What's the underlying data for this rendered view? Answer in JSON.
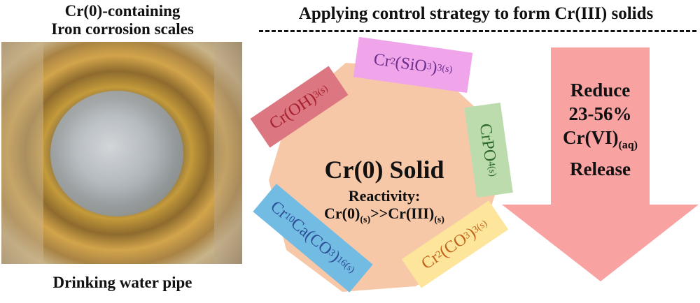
{
  "left_panel": {
    "title_line1": "Cr(0)-containing",
    "title_line2": "Iron corrosion scales",
    "caption": "Drinking water pipe"
  },
  "right_panel": {
    "title": "Applying control strategy to form Cr(III) solids",
    "center_title": "Cr(0) Solid",
    "reactivity_label": "Reactivity:",
    "reactivity_formula": [
      [
        "Cr(0)",
        ""
      ],
      [
        "",
        "(s)"
      ],
      [
        ">>Cr(III)",
        ""
      ],
      [
        "",
        "(s)"
      ]
    ]
  },
  "solids": [
    {
      "name": "chromium-silicate",
      "formula": [
        [
          "Cr",
          ""
        ],
        [
          "",
          "2"
        ],
        [
          "(SiO",
          ""
        ],
        [
          "",
          "3"
        ],
        [
          ")",
          ""
        ],
        [
          "",
          "3(s)"
        ]
      ],
      "box": "#f0a4ea",
      "text": "#6b2f8e"
    },
    {
      "name": "chromium-hydroxide",
      "formula": [
        [
          "Cr(OH)",
          ""
        ],
        [
          "",
          "3(s)"
        ]
      ],
      "box": "#dc7680",
      "text": "#a5202c"
    },
    {
      "name": "chromium-phosphate",
      "formula": [
        [
          "CrPO",
          ""
        ],
        [
          "",
          "4(s)"
        ]
      ],
      "box": "#bcdcae",
      "text": "#2f6a2c"
    },
    {
      "name": "chromium-carbonate",
      "formula": [
        [
          "Cr",
          ""
        ],
        [
          "",
          "2"
        ],
        [
          "(CO",
          ""
        ],
        [
          "",
          "3"
        ],
        [
          ")",
          ""
        ],
        [
          "",
          "3(s)"
        ]
      ],
      "box": "#fde69c",
      "text": "#c0621c"
    },
    {
      "name": "chromium-calcium-carbonate",
      "formula": [
        [
          "Cr",
          ""
        ],
        [
          "",
          "10"
        ],
        [
          "Ca(CO",
          ""
        ],
        [
          "",
          "3"
        ],
        [
          ")",
          ""
        ],
        [
          "",
          "16(s)"
        ]
      ],
      "box": "#72bbe2",
      "text": "#2c4f98"
    }
  ],
  "arrow": {
    "line1": "Reduce",
    "line2": "23-56%",
    "line3_main": "Cr(VI)",
    "line3_sub": "(aq)",
    "line4": "Release",
    "color": "#f9a2a2"
  },
  "colors": {
    "blob": "#f7c8a8"
  }
}
